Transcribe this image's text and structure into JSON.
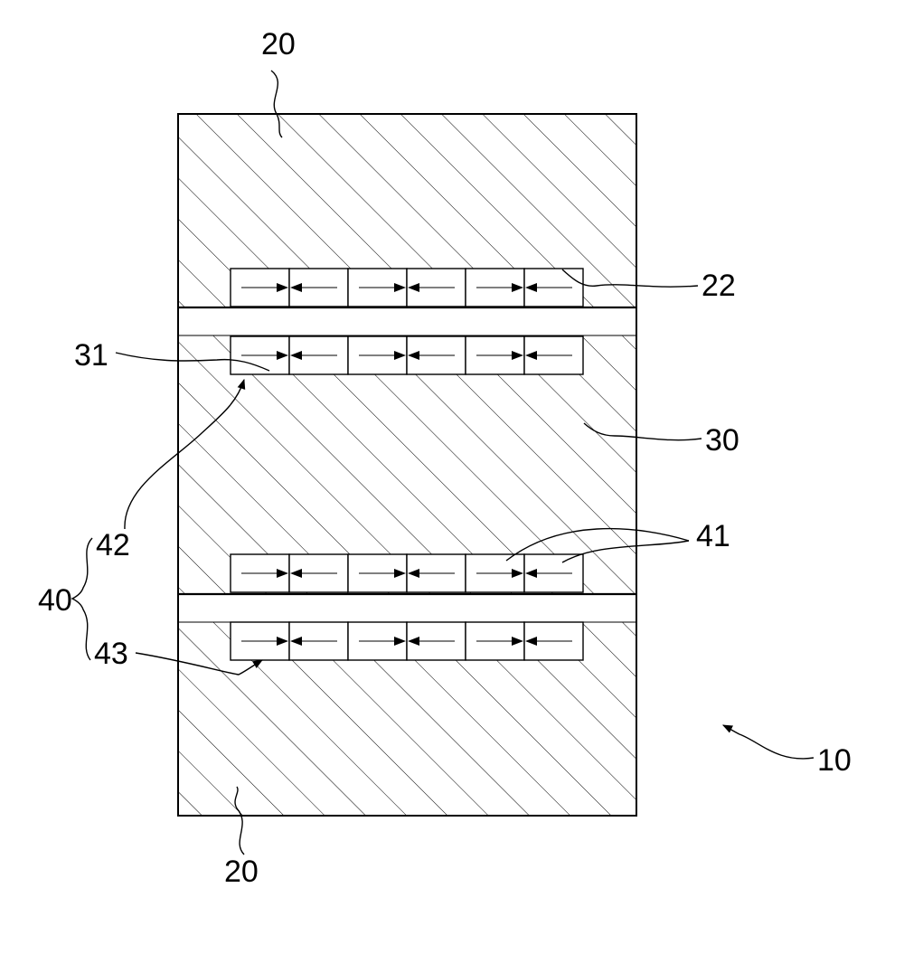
{
  "figure": {
    "labels": {
      "top_block": "20",
      "bottom_block": "20",
      "upper_magnet_row": "22",
      "middle_magnet_row": "31",
      "middle_block": "30",
      "unit_magnets": "41",
      "upper_gap_arrow": "42",
      "magnet_group": "40",
      "lower_gap_arrow": "43",
      "assembly": "10"
    }
  }
}
